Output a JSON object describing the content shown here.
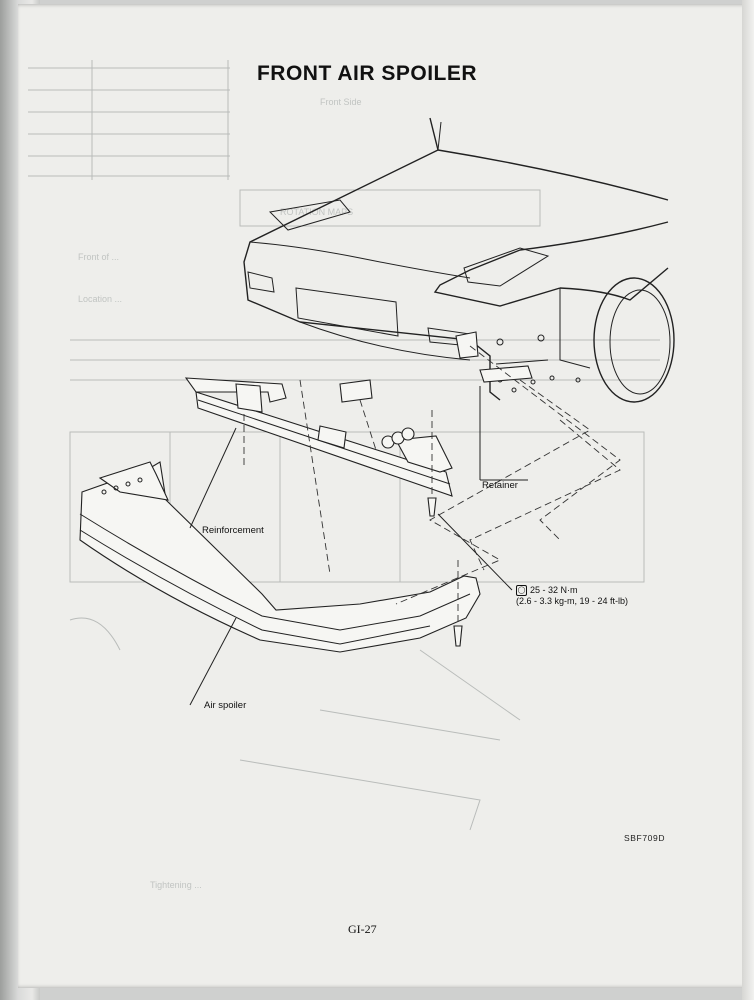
{
  "page": {
    "title": "FRONT AIR SPOILER",
    "page_number": "GI-27",
    "figure_code": "SBF709D"
  },
  "callouts": {
    "retainer": "Retainer",
    "reinforcement": "Reinforcement",
    "air_spoiler": "Air spoiler"
  },
  "torque": {
    "icon": "torque-wrench-icon",
    "value": "25 - 32 N·m",
    "conversion": "(2.6 - 3.3 kg-m, 19 - 24 ft-lb)"
  }
}
